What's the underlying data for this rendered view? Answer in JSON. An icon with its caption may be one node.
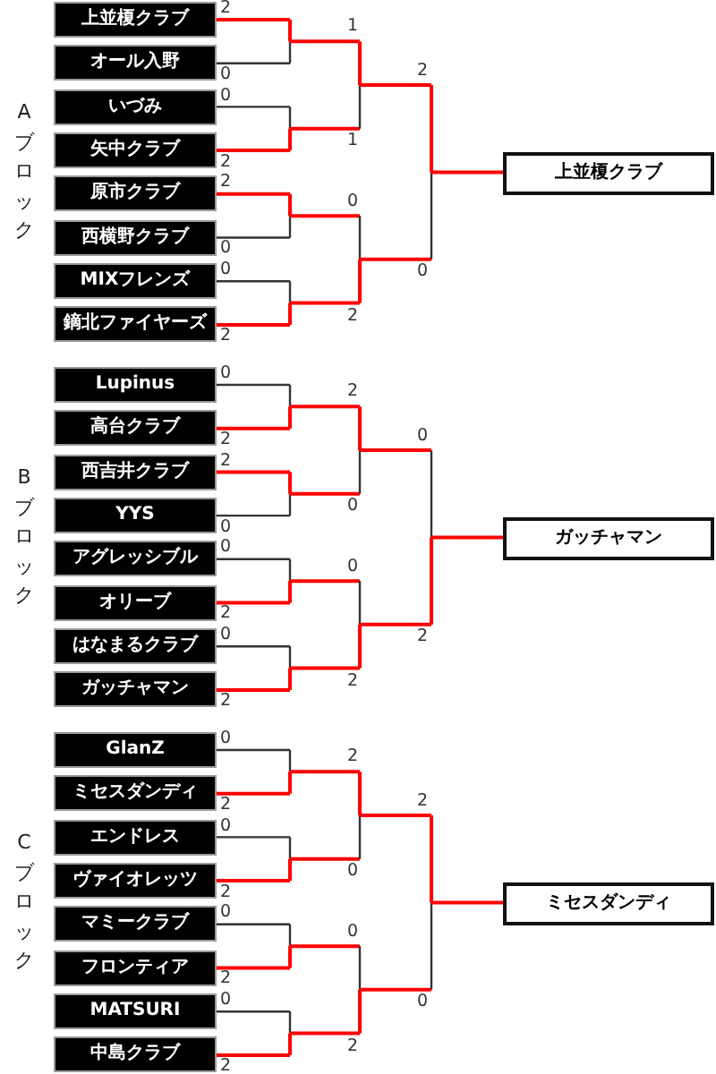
{
  "diagram": {
    "nodes": [
      {
        "text": [
          "上並榎クラブ"
        ],
        "beside": [
          "2"
        ]
      },
      {
        "text": [
          "オール入野"
        ],
        "beside": [
          "0"
        ]
      },
      {
        "text": [
          "いづみ"
        ],
        "beside": [
          "0"
        ]
      },
      {
        "text": [
          "矢中クラブ"
        ],
        "beside": [
          "2"
        ]
      },
      {
        "text": [
          "原市クラブ"
        ],
        "beside": [
          "2"
        ]
      },
      {
        "text": [
          "西横野クラブ"
        ],
        "beside": [
          "0"
        ]
      },
      {
        "text": [
          "MIXフレンズ"
        ],
        "beside": [
          "0"
        ]
      },
      {
        "text": [
          "鏑北ファイヤーズ"
        ],
        "beside": [
          "2"
        ]
      },
      {
        "text": [
          "上並榎クラブ"
        ]
      },
      {
        "text": [
          "Lupinus"
        ],
        "beside": [
          "0"
        ]
      },
      {
        "text": [
          "高台クラブ"
        ],
        "beside": [
          "2"
        ]
      },
      {
        "text": [
          "西吉井クラブ"
        ],
        "beside": [
          "2"
        ]
      },
      {
        "text": [
          "YYS"
        ],
        "beside": [
          "0"
        ]
      },
      {
        "text": [
          "アグレッシブル"
        ],
        "beside": [
          "0"
        ]
      },
      {
        "text": [
          "オリーブ"
        ],
        "beside": [
          "2"
        ]
      },
      {
        "text": [
          "はなまるクラブ"
        ],
        "beside": [
          "0"
        ]
      },
      {
        "text": [
          "ガッチャマン"
        ],
        "beside": [
          "2"
        ]
      },
      {
        "text": [
          "ガッチャマン"
        ]
      },
      {
        "text": [
          "GlanZ"
        ],
        "beside": [
          "0"
        ]
      },
      {
        "text": [
          "ミセスダンディ"
        ],
        "beside": [
          "2"
        ]
      },
      {
        "text": [
          "エンドレス"
        ],
        "beside": [
          "0"
        ]
      },
      {
        "text": [
          "ヴァイオレッツ"
        ],
        "beside": [
          "2"
        ]
      },
      {
        "text": [
          "マミークラブ"
        ],
        "beside": [
          "0"
        ]
      },
      {
        "text": [
          "フロンティア"
        ],
        "beside": [
          "2"
        ]
      },
      {
        "text": [
          "MATSURI"
        ],
        "beside": [
          "0"
        ]
      },
      {
        "text": [
          "中島クラブ"
        ],
        "beside": [
          "2"
        ]
      },
      {
        "text": [
          "ミセスダンディ"
        ]
      }
    ],
    "edges": [
      {
        "from": 0,
        "to": 8,
        "arrow": "none"
      },
      {
        "from": 1,
        "to": 8,
        "arrow": "none"
      },
      {
        "from": 2,
        "to": 8,
        "arrow": "none"
      },
      {
        "from": 3,
        "to": 8,
        "arrow": "none"
      },
      {
        "from": 4,
        "to": 8,
        "arrow": "none",
        "color": "#333333"
      },
      {
        "from": 5,
        "to": 8,
        "arrow": "none",
        "color": "#333333"
      },
      {
        "from": 6,
        "to": 8,
        "arrow": "none",
        "color": "#333333"
      },
      {
        "from": 7,
        "to": 8,
        "arrow": "none",
        "color": "#333333"
      },
      {
        "from": 9,
        "to": 17,
        "arrow": "none",
        "color": "#333333"
      },
      {
        "from": 10,
        "to": 17,
        "arrow": "none",
        "color": "#333333"
      },
      {
        "from": 11,
        "to": 17,
        "arrow": "none",
        "color": "#333333"
      },
      {
        "from": 12,
        "to": 17,
        "arrow": "none",
        "color": "#333333"
      },
      {
        "from": 13,
        "to": 17,
        "arrow": "none"
      },
      {
        "from": 14,
        "to": 17,
        "arrow": "none"
      },
      {
        "from": 15,
        "to": 17,
        "arrow": "none"
      },
      {
        "from": 16,
        "to": 17,
        "arrow": "none"
      },
      {
        "from": 18,
        "to": 26,
        "arrow": "none"
      },
      {
        "from": 19,
        "to": 26,
        "arrow": "none"
      },
      {
        "from": 20,
        "to": 26,
        "arrow": "none"
      },
      {
        "from": 21,
        "to": 26,
        "arrow": "none"
      },
      {
        "from": 22,
        "to": 26,
        "arrow": "none",
        "color": "#333333"
      },
      {
        "from": 23,
        "to": 26,
        "arrow": "none",
        "color": "#333333"
      },
      {
        "from": 24,
        "to": 26,
        "arrow": "none",
        "color": "#333333"
      },
      {
        "from": 25,
        "to": 26,
        "arrow": "none",
        "color": "#333333"
      }
    ],
    "labels": [
      "Aブロック",
      "1",
      "2",
      "1",
      "0",
      "0",
      "2",
      "Bブロック",
      "2",
      "0",
      "0",
      "0",
      "2",
      "2",
      "Cブロック",
      "2",
      "2",
      "0",
      "0",
      "0",
      "2"
    ]
  }
}
